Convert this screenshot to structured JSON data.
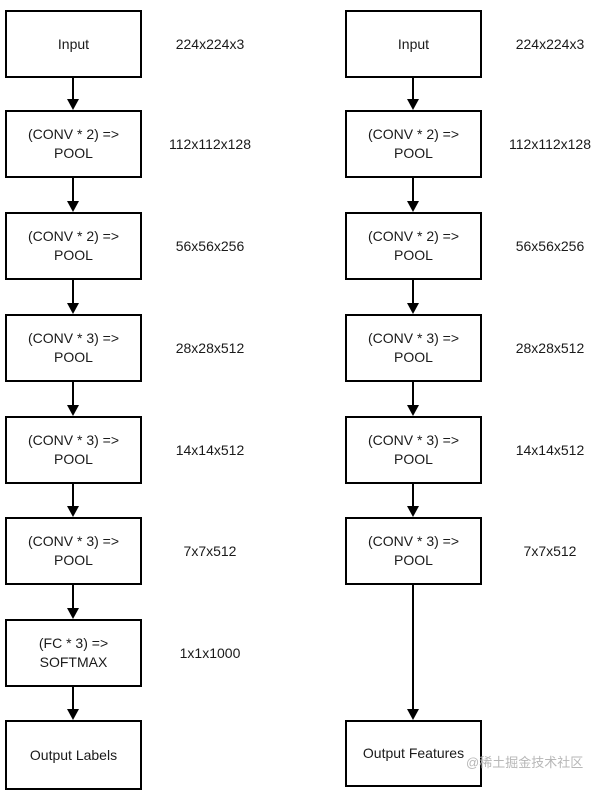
{
  "diagram": {
    "title_hint": "VGG network architecture flowchart, classification column vs feature-extraction column",
    "colors": {
      "line": "#000000",
      "text": "#1a1a1a",
      "background": "#ffffff",
      "watermark": "#b7b7b7"
    },
    "left": {
      "nodes": [
        {
          "label": "Input",
          "dim": "224x224x3"
        },
        {
          "label": "(CONV * 2) =>\nPOOL",
          "dim": "112x112x128"
        },
        {
          "label": "(CONV * 2) =>\nPOOL",
          "dim": "56x56x256"
        },
        {
          "label": "(CONV * 3) =>\nPOOL",
          "dim": "28x28x512"
        },
        {
          "label": "(CONV * 3) =>\nPOOL",
          "dim": "14x14x512"
        },
        {
          "label": "(CONV * 3) =>\nPOOL",
          "dim": "7x7x512"
        },
        {
          "label": "(FC * 3) =>\nSOFTMAX",
          "dim": "1x1x1000"
        },
        {
          "label": "Output Labels"
        }
      ]
    },
    "right": {
      "nodes": [
        {
          "label": "Input",
          "dim": "224x224x3"
        },
        {
          "label": "(CONV * 2) =>\nPOOL",
          "dim": "112x112x128"
        },
        {
          "label": "(CONV * 2) =>\nPOOL",
          "dim": "56x56x256"
        },
        {
          "label": "(CONV * 3) =>\nPOOL",
          "dim": "28x28x512"
        },
        {
          "label": "(CONV * 3) =>\nPOOL",
          "dim": "14x14x512"
        },
        {
          "label": "(CONV * 3) =>\nPOOL",
          "dim": "7x7x512"
        },
        {
          "label": "Output Features"
        }
      ]
    },
    "watermark": "@稀土掘金技术社区"
  }
}
